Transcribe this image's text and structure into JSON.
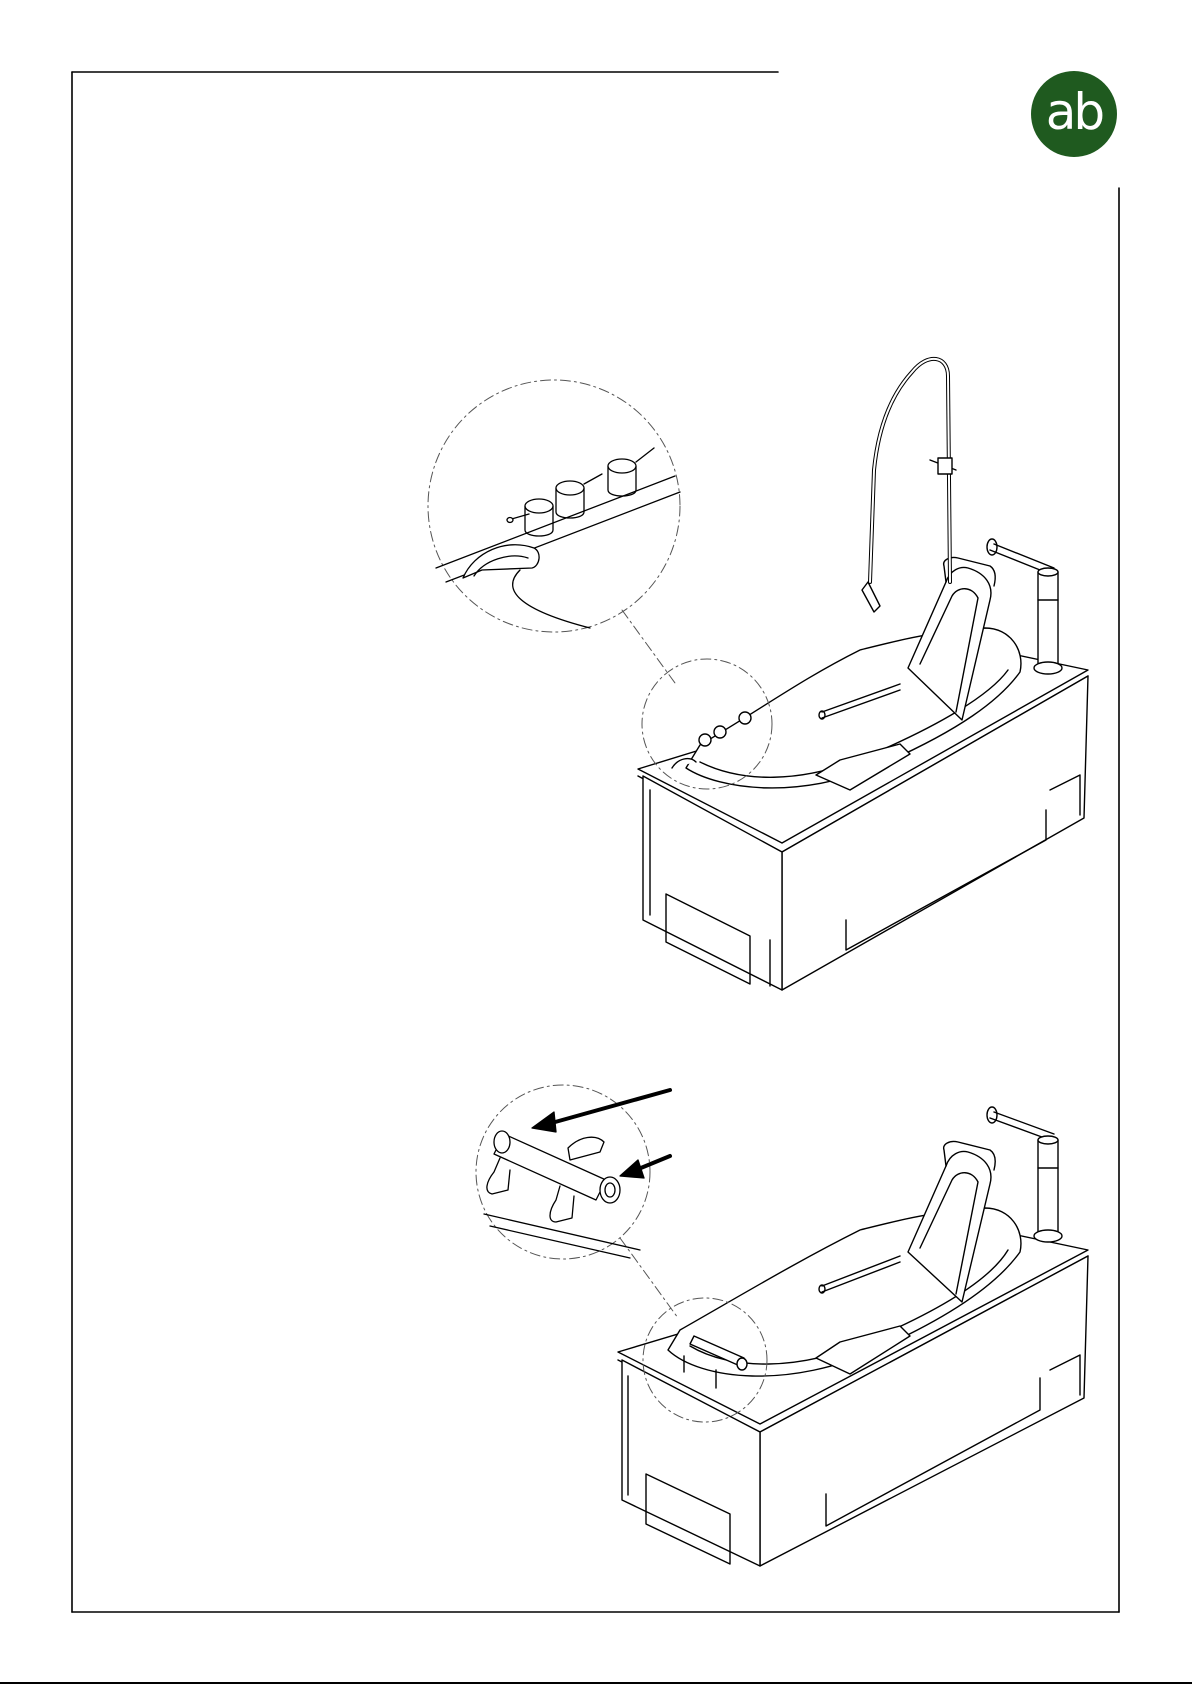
{
  "logo": {
    "text": "ab",
    "color": "#1f5a1f",
    "text_color": "#ffffff"
  },
  "figures": [
    {
      "name": "bath-with-overhead-shower-and-deck-taps",
      "detail": "three-lever-mixer-and-spout-closeup"
    },
    {
      "name": "bath-with-bar-mixer-tap",
      "detail": "bar-mixer-closeup-with-arrows",
      "arrows": 2
    }
  ],
  "colors": {
    "line": "#000000",
    "paper": "#ffffff",
    "detail_circle": "#555555"
  }
}
